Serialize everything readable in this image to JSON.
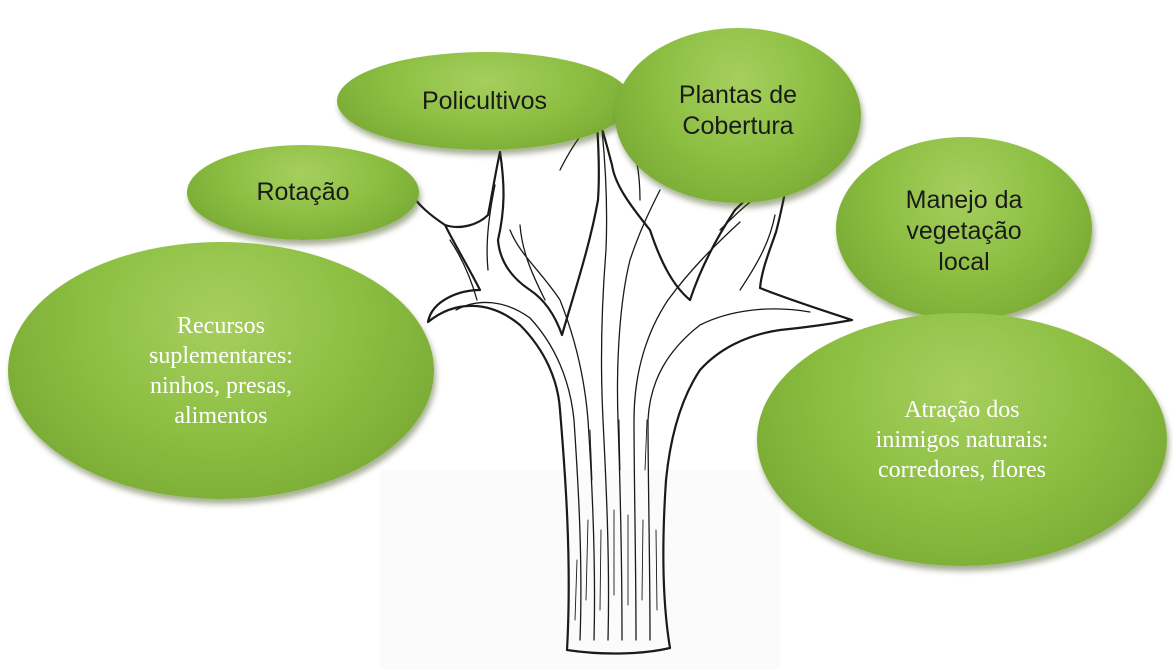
{
  "diagram": {
    "image": "tree-sketch",
    "colors": {
      "bubble_fill": "#8dbf43",
      "bubble_highlight": "#a6cf5e",
      "bubble_edge": "#6f9f2c",
      "trunk_line": "#1a1a1a",
      "dark_text": "#1a1a1a",
      "light_text": "#ffffff"
    },
    "bubbles": {
      "rotacao": "Rotação",
      "policultivos": "Policultivos",
      "plantas_cobertura": "Plantas de\nCobertura",
      "manejo": "Manejo da\nvegetação\nlocal",
      "recursos": "Recursos\nsuplementares:\nninhos, presas,\nalimentos",
      "atracao": "Atração dos\ninimigos naturais:\ncorredores, flores"
    }
  }
}
